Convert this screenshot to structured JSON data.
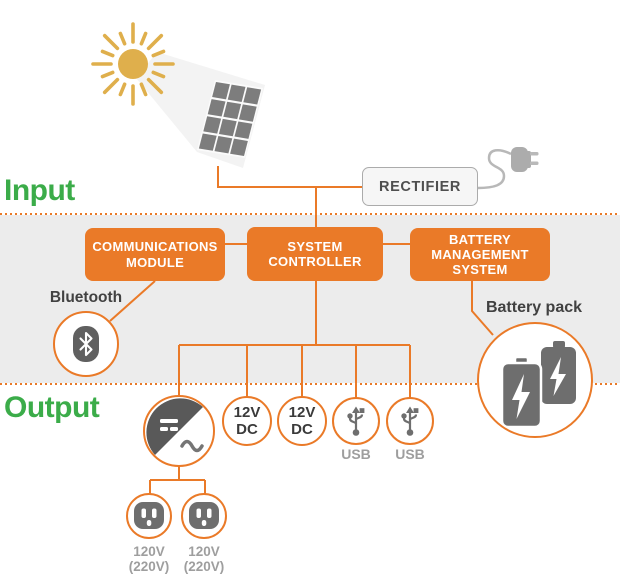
{
  "labels": {
    "input": "Input",
    "output": "Output"
  },
  "rectifier": {
    "label": "RECTIFIER"
  },
  "modules": {
    "communications": {
      "label": "COMMUNICATIONS MODULE"
    },
    "system_controller": {
      "label": "SYSTEM CONTROLLER"
    },
    "battery_management": {
      "label": "BATTERY MANAGEMENT SYSTEM"
    }
  },
  "bluetooth": {
    "label": "Bluetooth"
  },
  "battery_pack": {
    "label": "Battery pack"
  },
  "outputs": {
    "dc_1": {
      "label": "12V DC"
    },
    "dc_2": {
      "label": "12V DC"
    },
    "usb_1": {
      "label": "USB"
    },
    "usb_2": {
      "label": "USB"
    },
    "outlet_1": {
      "label": "120V (220V)"
    },
    "outlet_2": {
      "label": "120V (220V)"
    }
  },
  "icons": {
    "sun": "sun-icon",
    "solar_panel": "solar-panel-icon",
    "power_plug": "power-plug-icon",
    "bluetooth": "bluetooth-icon",
    "battery": "battery-icon",
    "inverter": "dc-ac-inverter-icon",
    "usb": "usb-icon",
    "outlet": "power-outlet-icon"
  },
  "colors": {
    "accent_orange": "#EA7A28",
    "section_green": "#3BAC49",
    "band_gray": "#ECECEC",
    "icon_gray": "#6E6E6E",
    "muted_label_gray": "#9E9E9E",
    "dark_text": "#414141",
    "sun_gold": "#DFAF4C",
    "panel_cell_gray": "#7D7D7D"
  }
}
